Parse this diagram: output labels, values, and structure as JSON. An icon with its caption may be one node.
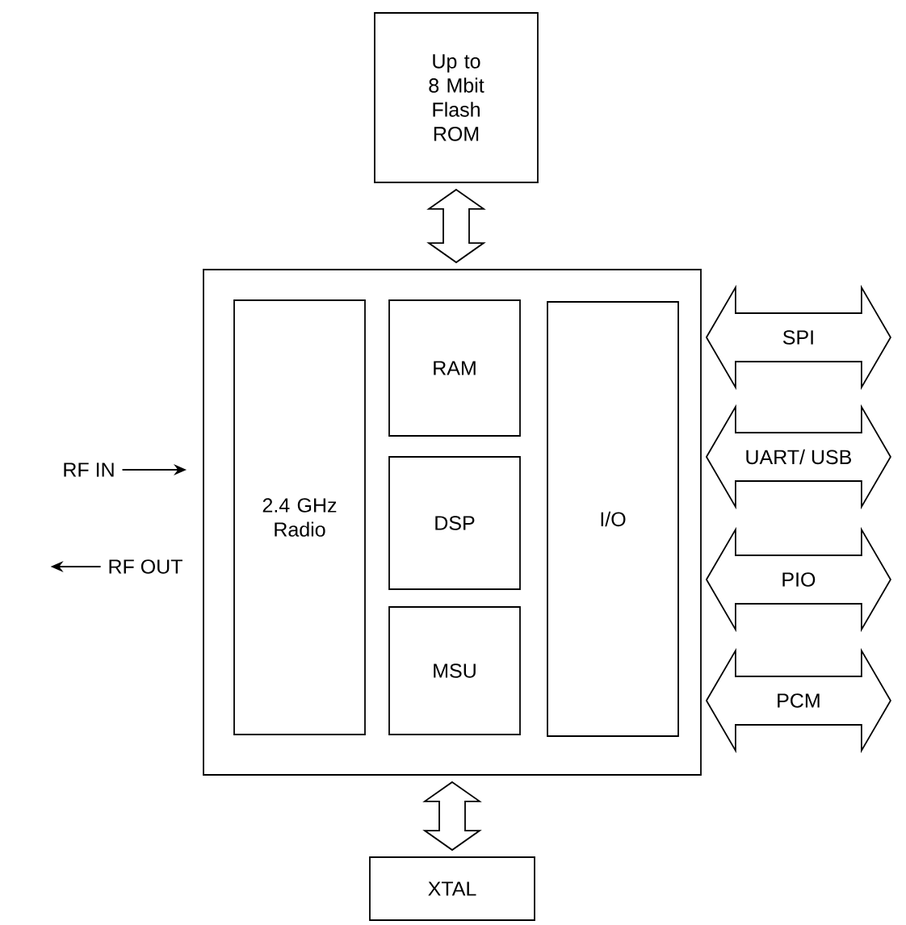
{
  "diagram": {
    "nodes": [
      {
        "text": [
          "Up to 8 Mbit Flash ROM"
        ]
      },
      {
        "text": [],
        "shape": "box"
      },
      {
        "text": [
          "2.4 GHz Radio"
        ],
        "in": 1
      },
      {
        "text": [
          "RAM"
        ],
        "in": 1
      },
      {
        "text": [
          "DSP"
        ],
        "in": 1
      },
      {
        "text": [
          "MSU"
        ],
        "in": 1
      },
      {
        "text": [
          "I/O"
        ],
        "in": 1
      },
      {
        "text": [
          "XTAL"
        ]
      },
      {
        "text": [
          "RF IN"
        ]
      },
      {
        "text": [
          "RF OUT"
        ]
      }
    ],
    "edges": [
      {
        "from": 0,
        "to": 1,
        "arrow": "both"
      },
      {
        "from": 1,
        "to": 7,
        "arrow": "both"
      },
      {
        "from": 8,
        "to": 1,
        "arrow": "to"
      },
      {
        "from": 9,
        "to": null,
        "arrow": "to"
      },
      {
        "from": 1,
        "to": null,
        "arrow": "both",
        "label": "SPI"
      },
      {
        "from": 1,
        "to": null,
        "arrow": "both",
        "label": "UART/ USB"
      },
      {
        "from": 1,
        "to": null,
        "arrow": "both",
        "label": "PIO"
      },
      {
        "from": 1,
        "to": null,
        "arrow": "both",
        "label": "PCM"
      }
    ]
  }
}
